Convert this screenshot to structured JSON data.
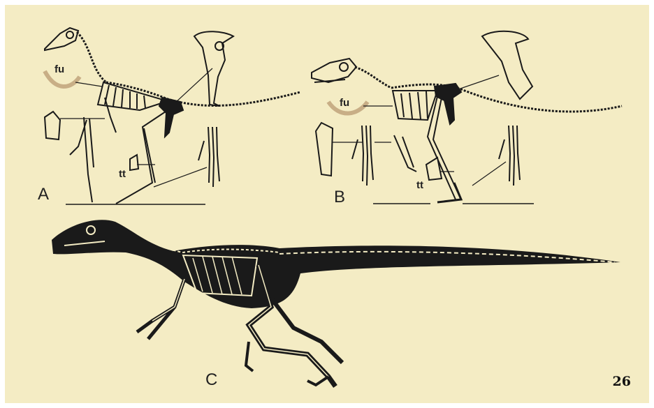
{
  "labels": {
    "panel_a": "A",
    "panel_b": "B",
    "panel_c": "C",
    "furcula_a": "fu",
    "furcula_b": "fu",
    "tibiotarsus_a": "tt",
    "tibiotarsus_b": "tt"
  },
  "page_number": "26",
  "colors": {
    "background": "#f4ecc4",
    "ink": "#1a1a1a",
    "furcula": "#c8ae86"
  }
}
